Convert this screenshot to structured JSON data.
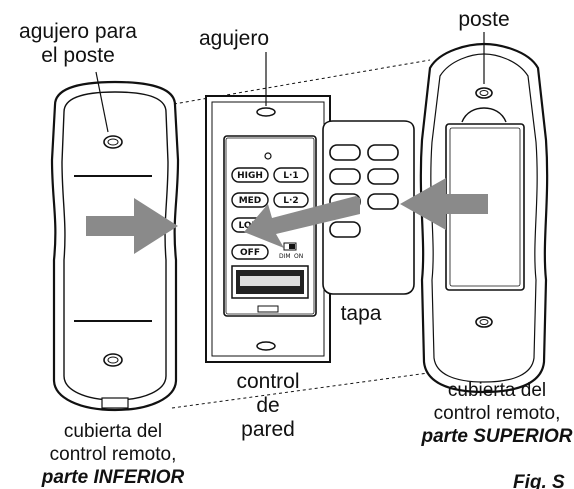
{
  "labels": {
    "post_hole_line1": "agujero para",
    "post_hole_line2": "el poste",
    "hole": "agujero",
    "post": "poste",
    "cover": "tapa",
    "wall_control_line1": "control",
    "wall_control_line2": "de",
    "wall_control_line3": "pared",
    "bottom_cover_line1": "cubierta del",
    "bottom_cover_line2": "control remoto,",
    "bottom_cover_line3": "parte INFERIOR",
    "top_cover_line1": "cubierta del",
    "top_cover_line2": "control remoto,",
    "top_cover_line3": "parte SUPERIOR",
    "figure": "Fig. S"
  },
  "buttons": {
    "high": "HIGH",
    "l1": "L·1",
    "med": "MED",
    "l2": "L·2",
    "low": "LOW",
    "off": "OFF",
    "dim": "DIM",
    "on": "ON"
  },
  "colors": {
    "arrow": "#8a8a8a",
    "outline": "#111111",
    "background": "#ffffff"
  }
}
